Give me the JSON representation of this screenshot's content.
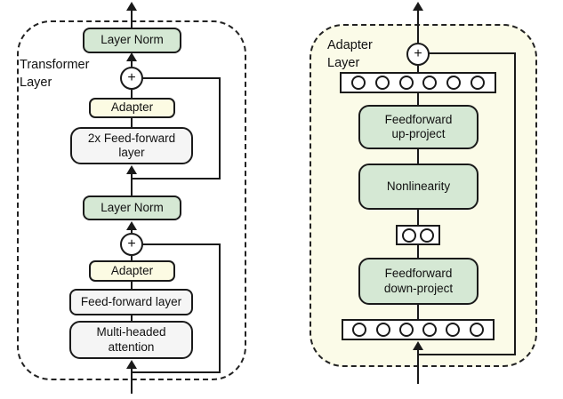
{
  "colors": {
    "green": "#d5e8d4",
    "yellow": "#fcfbe3",
    "gray": "#f5f5f5",
    "panel": "#fbfbe8",
    "line": "#1a1a1a"
  },
  "left_diagram": {
    "label": "Transformer\nLayer",
    "layer_norm_top": "Layer Norm",
    "sum_top": "+",
    "adapter_top": "Adapter",
    "feedforward_2x": "2x Feed-forward\nlayer",
    "layer_norm_bottom": "Layer Norm",
    "sum_bottom": "+",
    "adapter_bottom": "Adapter",
    "feedforward": "Feed-forward layer",
    "attention": "Multi-headed\nattention"
  },
  "right_diagram": {
    "label": "Adapter\nLayer",
    "sum": "+",
    "feedforward_up": "Feedforward\nup-project",
    "nonlinearity": "Nonlinearity",
    "feedforward_down": "Feedforward\ndown-project"
  },
  "units": {
    "top_strip": 6,
    "bottleneck": 2,
    "bottom_strip": 6
  }
}
